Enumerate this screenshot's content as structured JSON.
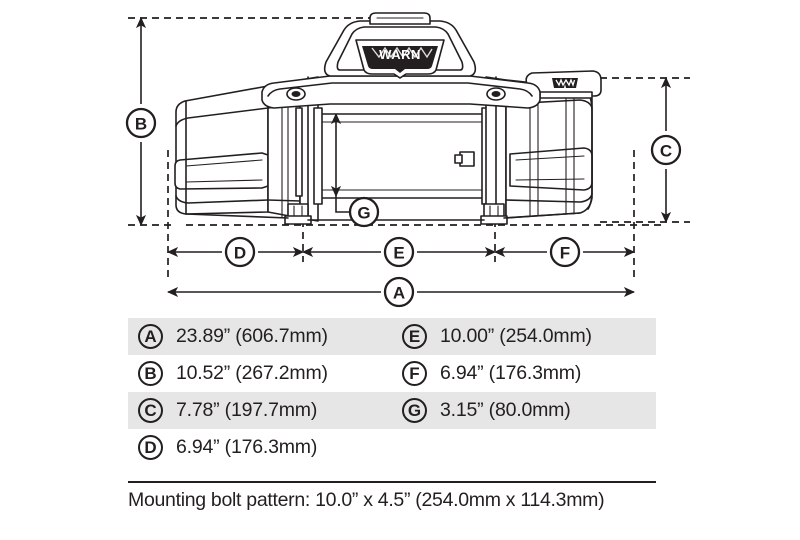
{
  "diagram": {
    "product_logo": "WARN",
    "clutch_badge_logo": "W",
    "markers": [
      {
        "id": "A",
        "name": "overall-length"
      },
      {
        "id": "B",
        "name": "overall-height"
      },
      {
        "id": "C",
        "name": "gear-housing-height"
      },
      {
        "id": "D",
        "name": "motor-section-length"
      },
      {
        "id": "E",
        "name": "drum-section-length"
      },
      {
        "id": "F",
        "name": "gear-section-length"
      },
      {
        "id": "G",
        "name": "drum-diameter"
      }
    ]
  },
  "spec_table": {
    "rows": [
      {
        "shaded": true,
        "left": {
          "badge": "A",
          "value": "23.89” (606.7mm)"
        },
        "right": {
          "badge": "E",
          "value": "10.00” (254.0mm)"
        }
      },
      {
        "shaded": false,
        "left": {
          "badge": "B",
          "value": "10.52” (267.2mm)"
        },
        "right": {
          "badge": "F",
          "value": "6.94” (176.3mm)"
        }
      },
      {
        "shaded": true,
        "left": {
          "badge": "C",
          "value": "7.78” (197.7mm)"
        },
        "right": {
          "badge": "G",
          "value": "3.15” (80.0mm)"
        }
      },
      {
        "shaded": false,
        "left": {
          "badge": "D",
          "value": "6.94” (176.3mm)"
        },
        "right": null
      }
    ]
  },
  "footer": {
    "note": "Mounting bolt pattern: 10.0” x 4.5” (254.0mm x 114.3mm)"
  },
  "colors": {
    "ink": "#231f20",
    "row_shade": "#e6e6e6",
    "background": "#ffffff"
  }
}
